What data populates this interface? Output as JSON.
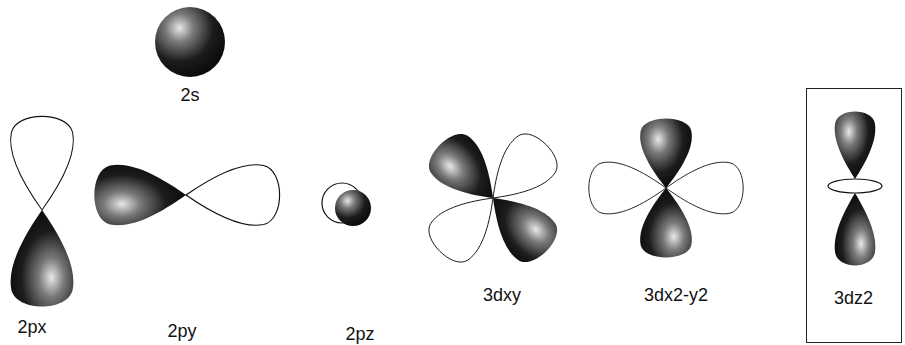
{
  "diagram": {
    "nodes": [
      {
        "text": [
          "3dz2"
        ]
      }
    ],
    "labels": [
      "2s",
      "2px",
      "2py",
      "2pz",
      "3dxy",
      "3dx2-y2"
    ]
  }
}
